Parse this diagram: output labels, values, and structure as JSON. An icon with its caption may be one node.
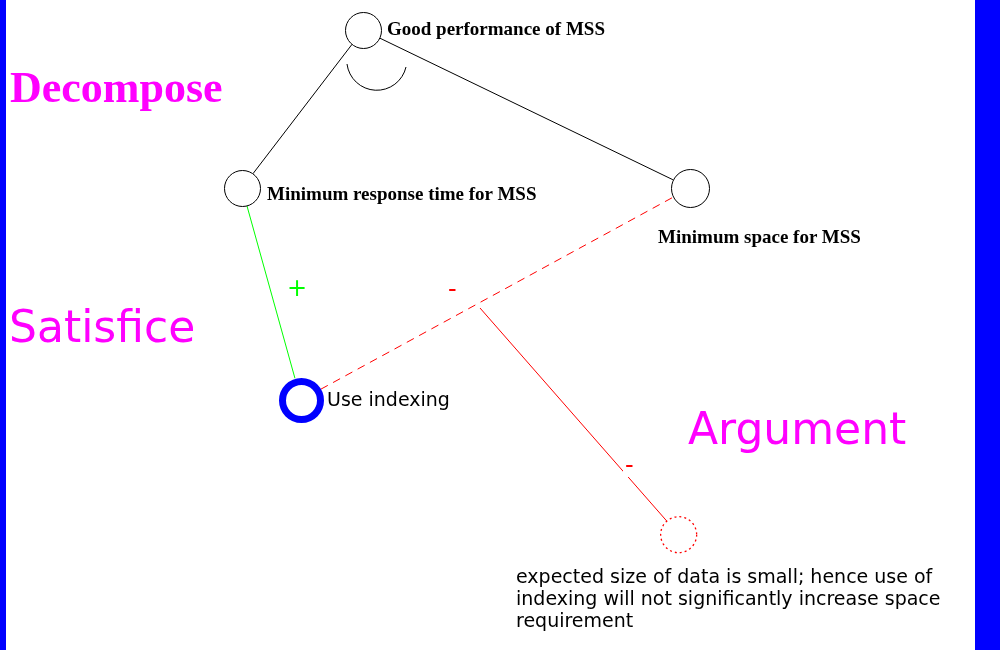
{
  "diagram": {
    "nodes": [
      {
        "text": [
          "Good performance of MSS"
        ]
      },
      {
        "text": [
          "Minimum response time for MSS"
        ]
      },
      {
        "text": [
          "Minimum space for MSS"
        ]
      },
      {
        "text": [
          "Use indexing"
        ]
      },
      {
        "text": [
          "expected size of data is small; hence use of indexing will not significantly increase space requirement"
        ]
      }
    ],
    "edges": [
      {
        "from": 0,
        "to": 1,
        "arrow": "none"
      },
      {
        "from": 0,
        "to": 2,
        "arrow": "none"
      },
      {
        "from": 1,
        "to": 3,
        "arrow": "none",
        "label": "+",
        "color": "#00ff00"
      },
      {
        "from": 3,
        "to": 2,
        "arrow": "none",
        "label": "-",
        "style": "dashed",
        "color": "#ff0000"
      },
      {
        "from": 4,
        "to": null,
        "arrow": "none",
        "label": "-",
        "color": "#ff0000"
      }
    ],
    "labels": [
      "Decompose",
      "Satisfice",
      "Argument"
    ]
  }
}
